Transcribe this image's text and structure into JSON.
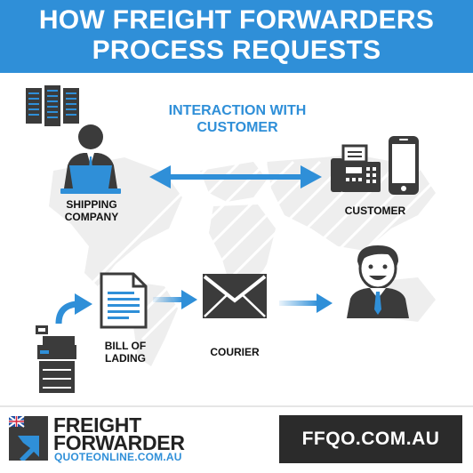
{
  "header": {
    "line1": "HOW FREIGHT FORWARDERS",
    "line2": "PROCESS REQUESTS",
    "background": "#2f8fd8"
  },
  "diagram": {
    "interaction_line1": "INTERACTION WITH",
    "interaction_line2": "CUSTOMER",
    "shipping_line1": "SHIPPING",
    "shipping_line2": "COMPANY",
    "customer": "CUSTOMER",
    "bill_line1": "BILL OF",
    "bill_line2": "LADING",
    "courier": "COURIER",
    "accent_color": "#2f8fd8",
    "icons": [
      "server-rack-icon",
      "laptop-person-icon",
      "fax-machine-icon",
      "smartphone-icon",
      "photocopier-icon",
      "document-icon",
      "envelope-icon",
      "smiling-person-icon",
      "double-arrow-icon",
      "curved-arrow-icon"
    ]
  },
  "footer": {
    "brand_line1": "FREIGHT",
    "brand_line2": "FORWARDER",
    "brand_line3": "QUOTEONLINE.COM.AU",
    "domain": "FFQO.COM.AU",
    "box_color": "#2b2b2b"
  }
}
